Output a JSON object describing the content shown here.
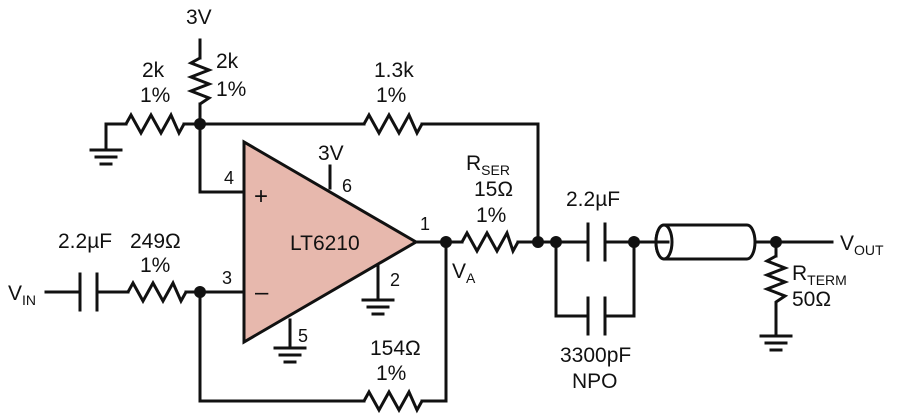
{
  "colors": {
    "opamp_fill": "#e7b8ad",
    "ink": "#111111"
  },
  "opamp": {
    "name": "LT6210",
    "supply": "3V",
    "pins": {
      "non_inverting": "4",
      "inverting": "3",
      "output": "1",
      "supply": "6",
      "ground_a": "2",
      "ground_b": "5"
    },
    "plus_sign": "+",
    "minus_sign": "–"
  },
  "nodes": {
    "va_main": "V",
    "va_sub": "A"
  },
  "input": {
    "main": "V",
    "sub": "IN"
  },
  "output": {
    "main": "V",
    "sub": "OUT"
  },
  "components": {
    "supply_top": "3V",
    "r_bias_gnd": {
      "value": "2k",
      "tol": "1%"
    },
    "r_bias_top": {
      "value": "2k",
      "tol": "1%"
    },
    "r_fb_top": {
      "value": "1.3k",
      "tol": "1%"
    },
    "c_in": {
      "value": "2.2µF"
    },
    "r_in": {
      "value": "249Ω",
      "tol": "1%"
    },
    "r_fb_bottom": {
      "value": "154Ω",
      "tol": "1%"
    },
    "r_ser": {
      "main": "R",
      "sub": "SER",
      "value": "15Ω",
      "tol": "1%"
    },
    "c_out": {
      "value": "2.2µF"
    },
    "c_npo": {
      "value": "3300pF",
      "type": "NPO"
    },
    "r_term": {
      "main": "R",
      "sub": "TERM",
      "value": "50Ω"
    }
  }
}
